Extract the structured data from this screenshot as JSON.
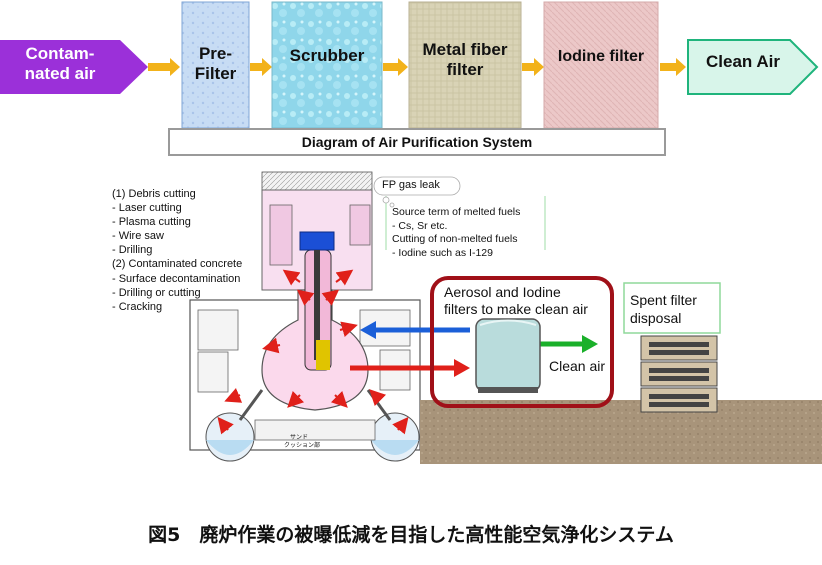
{
  "flow": {
    "input_label": "Contam-\nnated air",
    "stages": [
      "Pre-\nFilter",
      "Scrubber",
      "Metal fiber\nfilter",
      "Iodine filter"
    ],
    "output_label": "Clean Air",
    "caption": "Diagram of Air Purification System"
  },
  "work_list": [
    "(1) Debris cutting",
    "-     Laser cutting",
    "-     Plasma cutting",
    "-     Wire saw",
    "-     Drilling",
    "(2) Contaminated concrete",
    "-     Surface decontamination",
    "-     Drilling or cutting",
    "-     Cracking"
  ],
  "fp_gas_leak": "FP gas leak",
  "source_term": [
    "Source term of melted fuels",
    "- Cs, Sr etc.",
    "Cutting of non-melted fuels",
    "-     Iodine such as I-129"
  ],
  "filters_box": "Aerosol and Iodine\nfilters to make clean air",
  "clean_air_label": "Clean air",
  "spent_filter": "Spent filter\ndisposal",
  "reactor_labels": [
    "サンド",
    "クッション部"
  ],
  "figure_title": "図5　廃炉作業の被曝低減を目指した高性能空気浄化システム",
  "colors": {
    "input_arrow": "#9b30d9",
    "flow_arrow": "#f2b21a",
    "output_arrow": "#1fb47c",
    "red_box": "#a01018",
    "blue_arrow": "#1b5fd8",
    "green_arrow": "#1ab02a",
    "red_arrow": "#e0201a"
  }
}
